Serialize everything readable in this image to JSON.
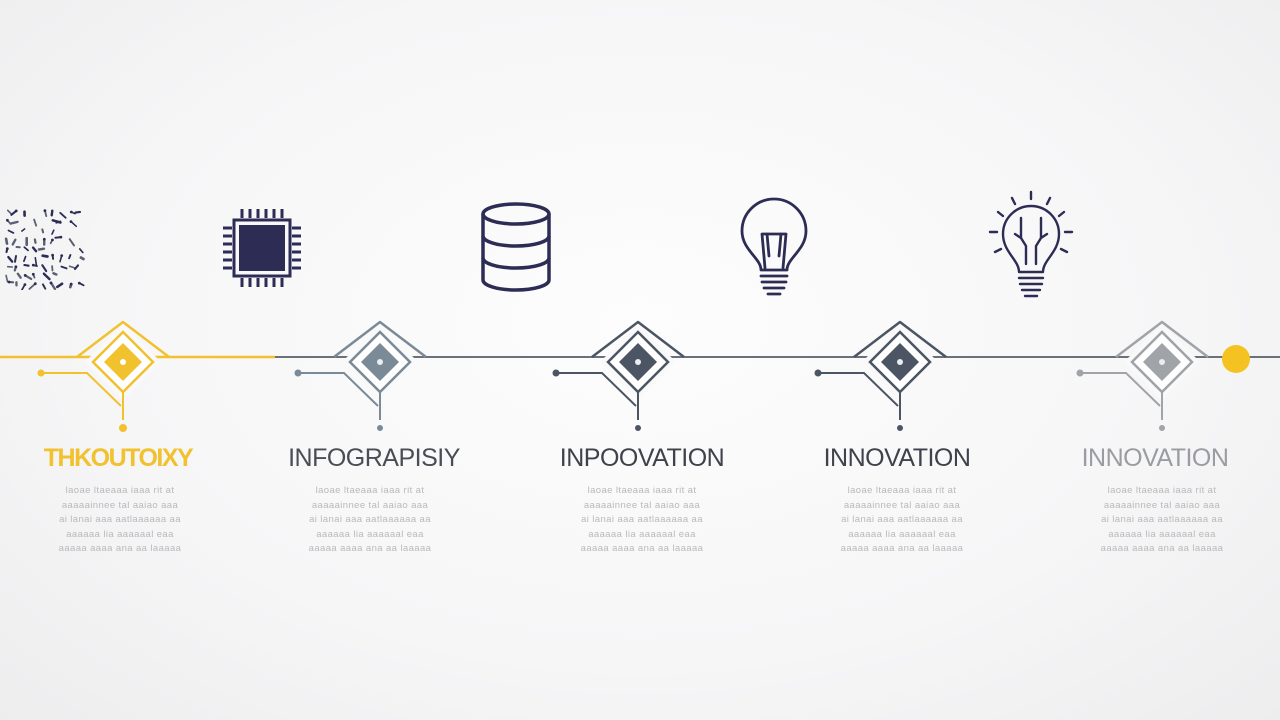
{
  "colors": {
    "gold": "#f2c12e",
    "navy": "#2c2c54",
    "slate": "#4b5563",
    "gray": "#8f9298",
    "light_gray": "#b0b3b8"
  },
  "steps": [
    {
      "icon": "circuit-texture-icon",
      "title": "THKOUTOIXY",
      "title_color": "#f2c12e",
      "accent": "#f2c12e",
      "desc": [
        "laoae ltaeaaa iaaa rit at",
        "aaaaainnee tal aaiao aaa",
        "ai lanai aaa aatlaaaaaa aa",
        "aaaaaa lia aaaaaal eaa",
        "aaaaa aaaa ana aa laaaaa"
      ]
    },
    {
      "icon": "cpu-chip-icon",
      "title": "INFOGRAPISIY",
      "title_color": "#4a4d55",
      "accent": "#7a8a96",
      "desc": [
        "laoae ltaeaaa iaaa rit at",
        "aaaaainnee tal aaiao aaa",
        "ai lanai aaa aatlaaaaaa aa",
        "aaaaaa lia aaaaaal eaa",
        "aaaaa aaaa ana aa laaaaa"
      ]
    },
    {
      "icon": "database-icon",
      "title": "INPOOVATION",
      "title_color": "#3f424a",
      "accent": "#4b5563",
      "desc": [
        "laoae ltaeaaa iaaa rit at",
        "aaaaainnee tal aaiao aaa",
        "ai lanai aaa aatlaaaaaa aa",
        "aaaaaa lia aaaaaal eaa",
        "aaaaa aaaa ana aa laaaaa"
      ]
    },
    {
      "icon": "lightbulb-icon",
      "title": "INNOVATION",
      "title_color": "#3f424a",
      "accent": "#4b5563",
      "desc": [
        "laoae ltaeaaa iaaa rit at",
        "aaaaainnee tal aaiao aaa",
        "ai lanai aaa aatlaaaaaa aa",
        "aaaaaa lia aaaaaal eaa",
        "aaaaa aaaa ana aa laaaaa"
      ]
    },
    {
      "icon": "glowing-lightbulb-icon",
      "title": "INNOVATION",
      "title_color": "#9a9ca2",
      "accent": "#a0a3a8",
      "desc": [
        "laoae ltaeaaa iaaa rit at",
        "aaaaainnee tal aaiao aaa",
        "ai lanai aaa aatlaaaaaa aa",
        "aaaaaa lia aaaaaal eaa",
        "aaaaa aaaa ana aa laaaaa"
      ]
    }
  ]
}
